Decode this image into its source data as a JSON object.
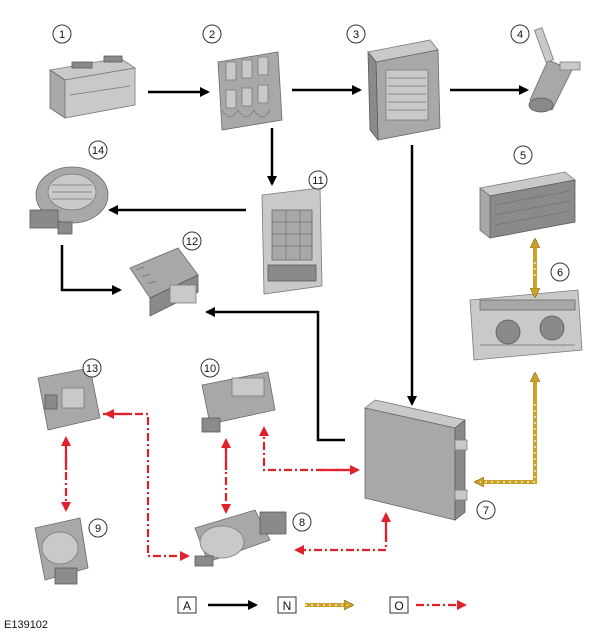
{
  "figure_id": "E139102",
  "components": [
    {
      "number": "1"
    },
    {
      "number": "2"
    },
    {
      "number": "3"
    },
    {
      "number": "4"
    },
    {
      "number": "5"
    },
    {
      "number": "6"
    },
    {
      "number": "7"
    },
    {
      "number": "8"
    },
    {
      "number": "9"
    },
    {
      "number": "10"
    },
    {
      "number": "11"
    },
    {
      "number": "12"
    },
    {
      "number": "13"
    },
    {
      "number": "14"
    }
  ],
  "legend": [
    {
      "key": "A",
      "style": "solid",
      "color": "#000000"
    },
    {
      "key": "N",
      "style": "dashed-dots",
      "color": "#c9a227"
    },
    {
      "key": "O",
      "style": "dash-dot",
      "color": "#e0202a"
    }
  ],
  "colors": {
    "power": "#000000",
    "lin_bus": "#c9a227",
    "signal": "#e0202a",
    "component_gray": "#a8a8a8"
  }
}
